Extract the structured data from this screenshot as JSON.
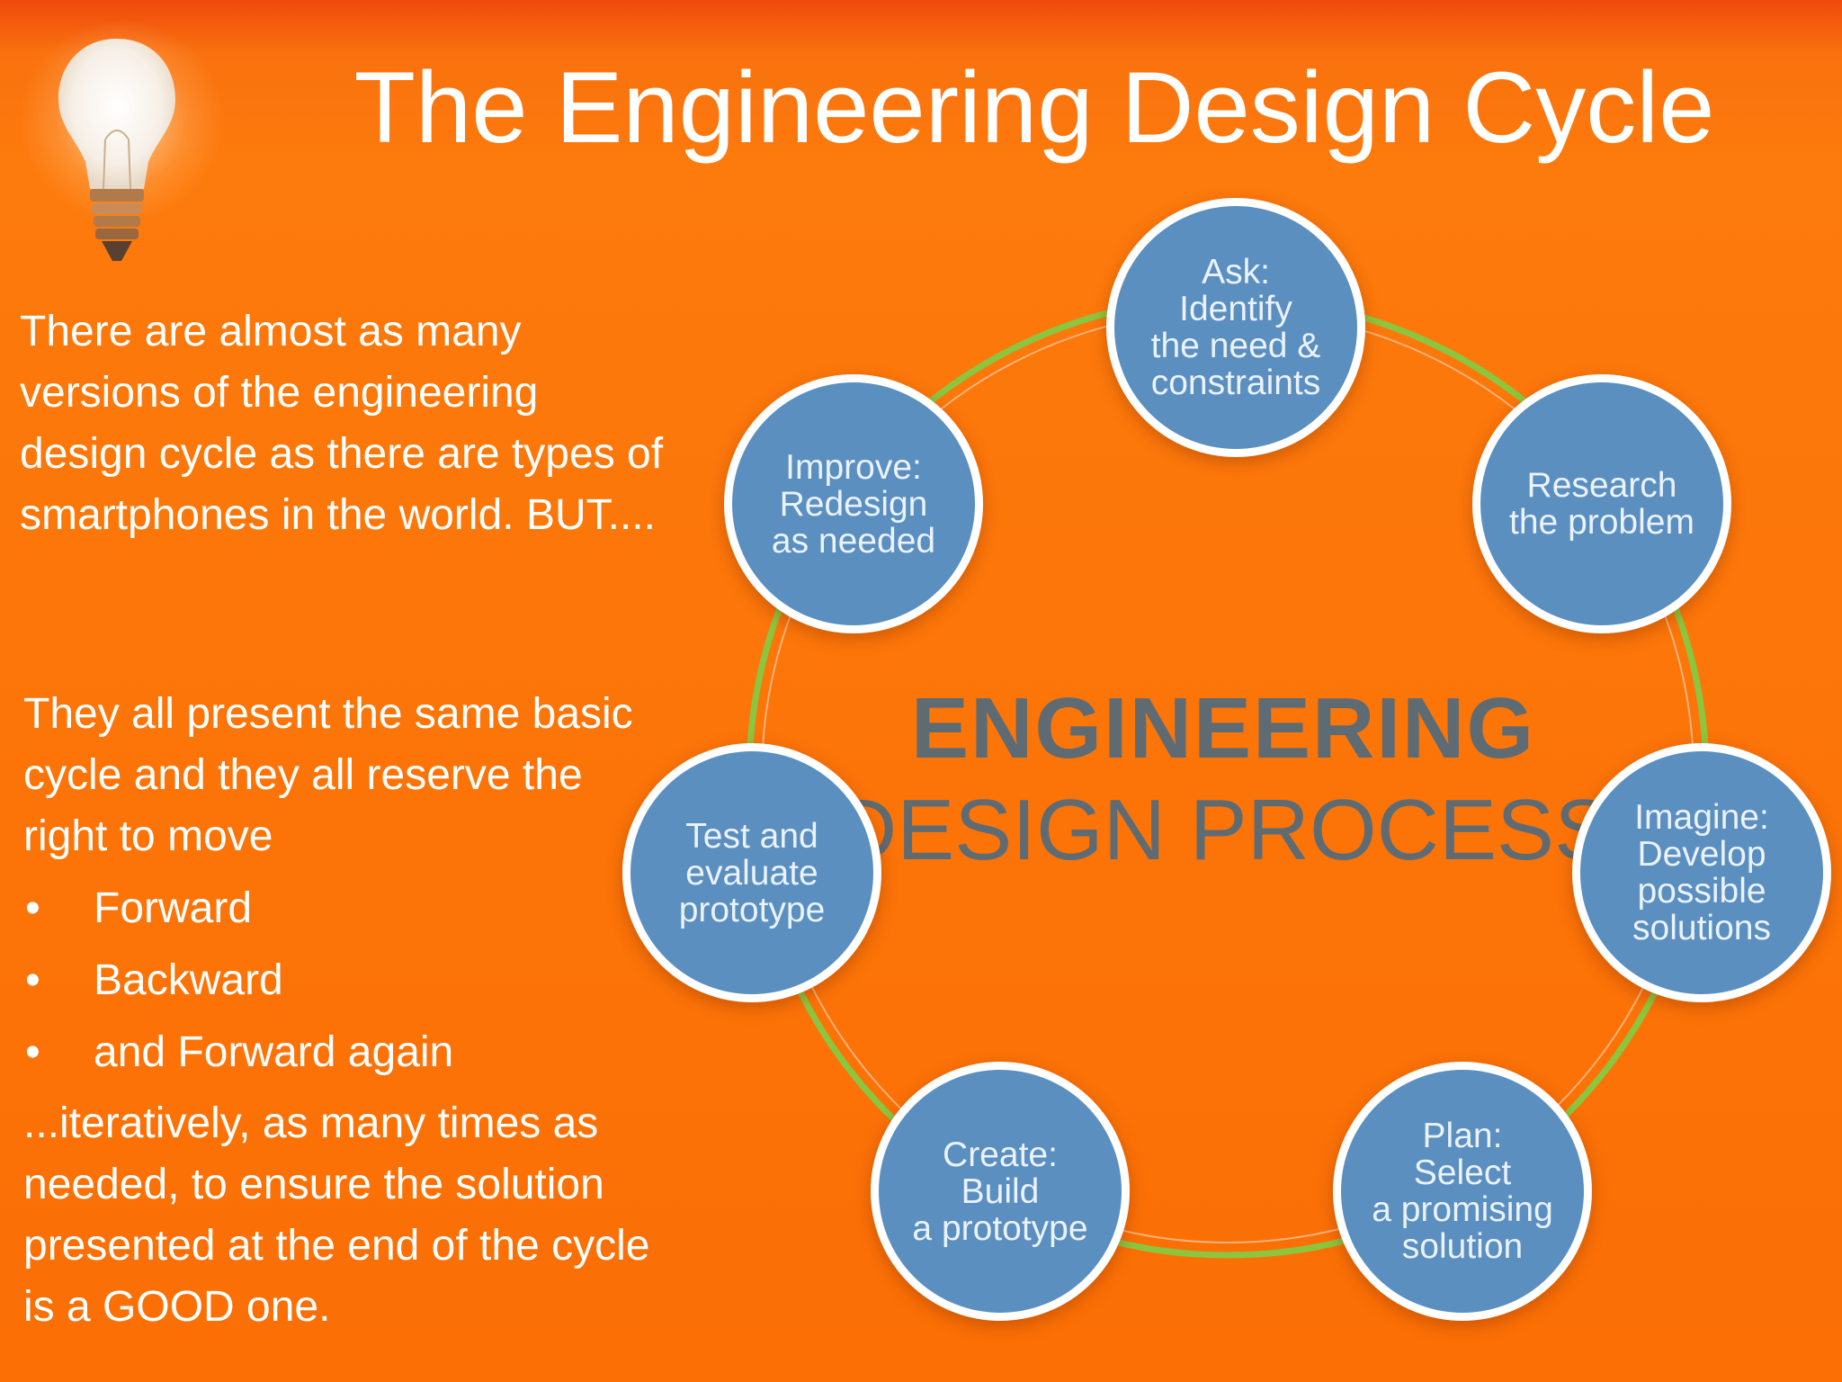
{
  "slide": {
    "title": "The Engineering Design Cycle",
    "intro": "There are almost as many versions of the engineering design cycle as there are types of smartphones in the world. BUT....",
    "body": "They all present the same basic cycle and they all reserve the right to move",
    "bullets": [
      {
        "marker": "•",
        "text": "Forward"
      },
      {
        "marker": "•",
        "text": "Backward"
      },
      {
        "marker": "•",
        "text": "and Forward again"
      }
    ],
    "conclusion": "...iteratively, as many times as needed, to ensure the solution presented at the end of the cycle is a GOOD one."
  },
  "diagram": {
    "center_top": "ENGINEERING",
    "center_bottom": "DESIGN PROCESS",
    "steps": [
      {
        "text": "Ask:\nIdentify\nthe need &\nconstraints"
      },
      {
        "text": "Research\nthe problem"
      },
      {
        "text": "Imagine:\nDevelop\npossible\nsolutions"
      },
      {
        "text": "Plan:\nSelect\na promising\nsolution"
      },
      {
        "text": "Create:\nBuild\na prototype"
      },
      {
        "text": "Test and\nevaluate\nprototype"
      },
      {
        "text": "Improve:\nRedesign\nas needed"
      }
    ]
  },
  "colors": {
    "background": "#fb6f05",
    "node_fill": "#5b8fc0",
    "node_border": "#ffffff",
    "ring": "#8cc63f",
    "center_text": "#5f6b73"
  }
}
